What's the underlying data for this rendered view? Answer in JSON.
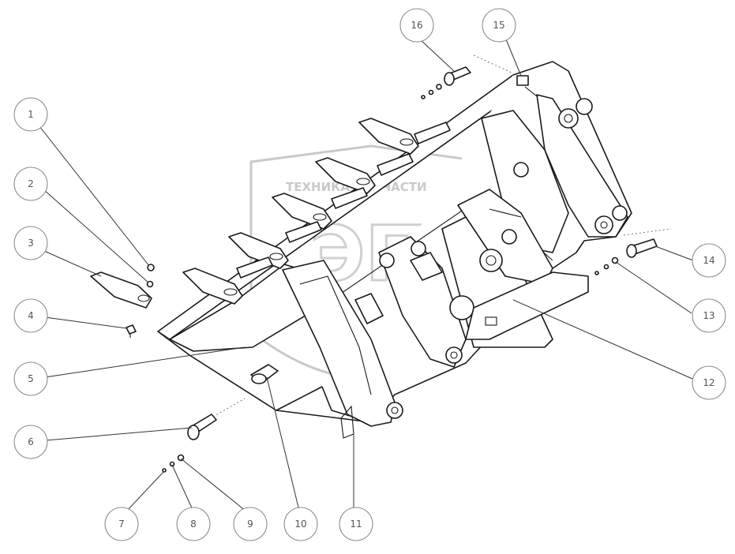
{
  "watermark": {
    "text": "ТЕХНИКА    ЗАПЧАСТИ",
    "logo": "ЭПС"
  },
  "callouts": [
    {
      "id": "callout-1",
      "label": "1"
    },
    {
      "id": "callout-2",
      "label": "2"
    },
    {
      "id": "callout-3",
      "label": "3"
    },
    {
      "id": "callout-4",
      "label": "4"
    },
    {
      "id": "callout-5",
      "label": "5"
    },
    {
      "id": "callout-6",
      "label": "6"
    },
    {
      "id": "callout-7",
      "label": "7"
    },
    {
      "id": "callout-8",
      "label": "8"
    },
    {
      "id": "callout-9",
      "label": "9"
    },
    {
      "id": "callout-10",
      "label": "10"
    },
    {
      "id": "callout-11",
      "label": "11"
    },
    {
      "id": "callout-12",
      "label": "12"
    },
    {
      "id": "callout-13",
      "label": "13"
    },
    {
      "id": "callout-14",
      "label": "14"
    },
    {
      "id": "callout-15",
      "label": "15"
    },
    {
      "id": "callout-16",
      "label": "16"
    }
  ]
}
